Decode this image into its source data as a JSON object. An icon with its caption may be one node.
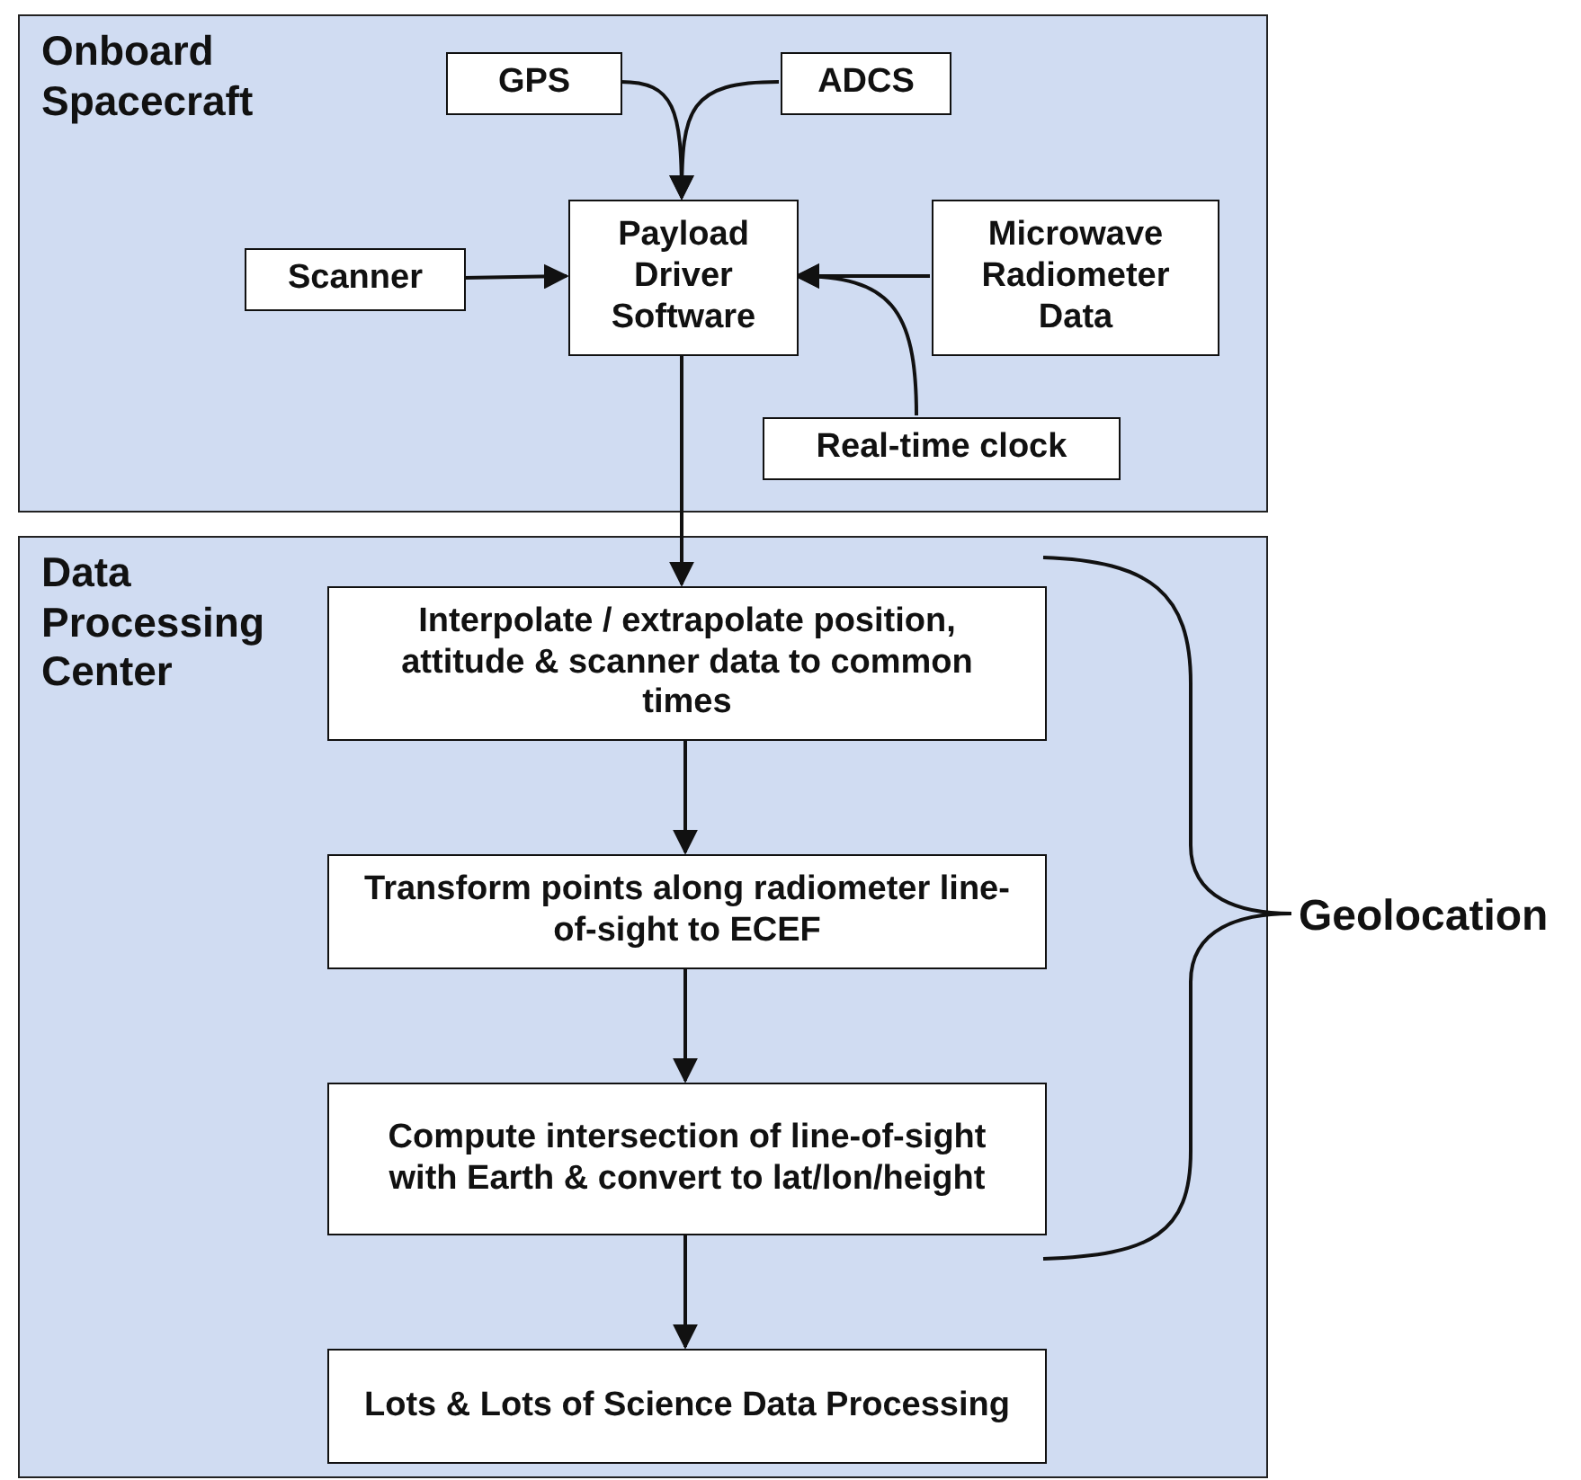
{
  "diagram": {
    "nodes": [
      {
        "text": [
          "Onboard Spacecraft"
        ]
      },
      {
        "text": [
          "GPS"
        ],
        "in": 0
      },
      {
        "text": [
          "ADCS"
        ],
        "in": 0
      },
      {
        "text": [
          "Scanner"
        ],
        "in": 0
      },
      {
        "text": [
          "Payload Driver Software"
        ],
        "in": 0
      },
      {
        "text": [
          "Microwave Radiometer Data"
        ],
        "in": 0
      },
      {
        "text": [
          "Real-time clock"
        ],
        "in": 0
      },
      {
        "text": [
          "Data Processing Center"
        ]
      },
      {
        "text": [
          "Interpolate / extrapolate position, attitude & scanner data to common times"
        ],
        "in": 7
      },
      {
        "text": [
          "Transform points along radiometer line-of-sight to ECEF"
        ],
        "in": 7
      },
      {
        "text": [
          "Compute intersection of line-of-sight with Earth & convert to lat/lon/height"
        ],
        "in": 7
      },
      {
        "text": [
          "Lots & Lots of Science Data Processing"
        ],
        "in": 7
      }
    ],
    "edges": [
      {
        "from": 1,
        "to": 4,
        "arrow": "to"
      },
      {
        "from": 2,
        "to": 4,
        "arrow": "to"
      },
      {
        "from": 3,
        "to": 4,
        "arrow": "to"
      },
      {
        "from": 5,
        "to": 4,
        "arrow": "to"
      },
      {
        "from": 6,
        "to": 4,
        "arrow": "to"
      },
      {
        "from": 4,
        "to": 8,
        "arrow": "to"
      },
      {
        "from": 8,
        "to": 9,
        "arrow": "to"
      },
      {
        "from": 9,
        "to": 10,
        "arrow": "to"
      },
      {
        "from": 10,
        "to": 11,
        "arrow": "to"
      }
    ],
    "labels": [
      "Geolocation"
    ]
  }
}
